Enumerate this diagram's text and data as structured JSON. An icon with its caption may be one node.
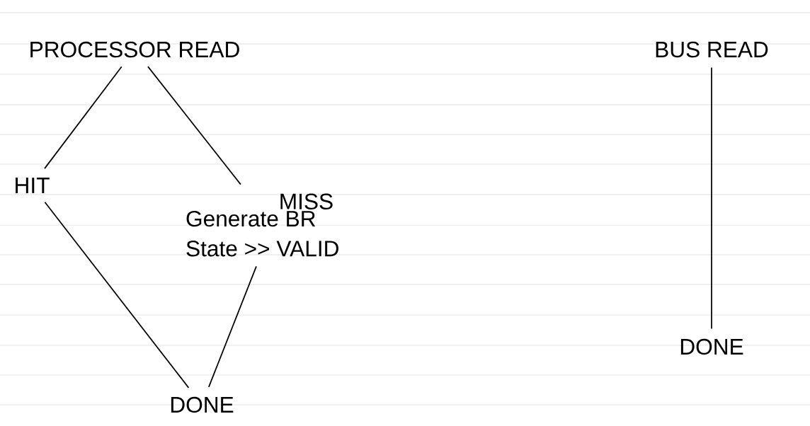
{
  "diagram": {
    "nodes": [
      {
        "text": [
          "PROCESSOR READ"
        ]
      },
      {
        "text": [
          "HIT"
        ]
      },
      {
        "text": [
          "MISS",
          "Generate BR State >> VALID"
        ]
      },
      {
        "text": [
          "DONE"
        ]
      },
      {
        "text": [
          "BUS READ"
        ]
      },
      {
        "text": [
          "DONE"
        ]
      }
    ],
    "edges": [
      {
        "from": 0,
        "to": 1,
        "arrow": "none"
      },
      {
        "from": 0,
        "to": 2,
        "arrow": "none"
      },
      {
        "from": 1,
        "to": 3,
        "arrow": "none"
      },
      {
        "from": 2,
        "to": 3,
        "arrow": "none"
      },
      {
        "from": 4,
        "to": 5,
        "arrow": "none"
      }
    ]
  }
}
